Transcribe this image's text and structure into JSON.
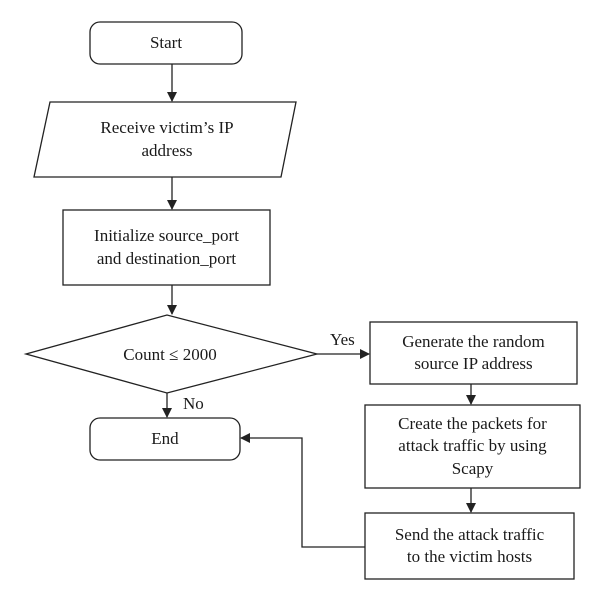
{
  "nodes": {
    "start": {
      "lines": [
        "Start"
      ]
    },
    "receive": {
      "lines": [
        "Receive victim’s IP",
        "address"
      ]
    },
    "init": {
      "lines": [
        "Initialize source_port",
        "and destination_port"
      ]
    },
    "decision": {
      "lines": [
        "Count ≤ 2000"
      ]
    },
    "generate": {
      "lines": [
        "Generate the random",
        "source IP address"
      ]
    },
    "create": {
      "lines": [
        "Create the packets for",
        "attack traffic by using",
        "Scapy"
      ]
    },
    "send": {
      "lines": [
        "Send the attack traffic",
        "to the victim hosts"
      ]
    },
    "end": {
      "lines": [
        "End"
      ]
    }
  },
  "edges": {
    "yes_label": "Yes",
    "no_label": "No"
  }
}
